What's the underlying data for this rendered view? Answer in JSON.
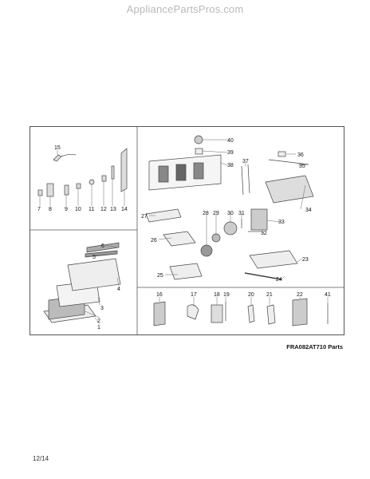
{
  "site_header": "AppliancePartsPros.com",
  "diagram_caption": "FRA082AT710 Parts",
  "page_number": "12/14",
  "part_numbers": {
    "p1": "1",
    "p2": "2",
    "p3": "3",
    "p4": "4",
    "p5": "5",
    "p6": "6",
    "p7": "7",
    "p8": "8",
    "p9": "9",
    "p10": "10",
    "p11": "11",
    "p12": "12",
    "p13": "13",
    "p14": "14",
    "p15": "15",
    "p16": "16",
    "p17": "17",
    "p18": "18",
    "p19": "19",
    "p20": "20",
    "p21": "21",
    "p22": "22",
    "p23": "23",
    "p24": "24",
    "p25": "25",
    "p26": "26",
    "p27": "27",
    "p28": "28",
    "p29": "29",
    "p30": "30",
    "p31": "31",
    "p32": "32",
    "p33": "33",
    "p34": "34",
    "p35": "35",
    "p36": "36",
    "p37": "37",
    "p38": "38",
    "p39": "39",
    "p40": "40",
    "p41": "41"
  }
}
